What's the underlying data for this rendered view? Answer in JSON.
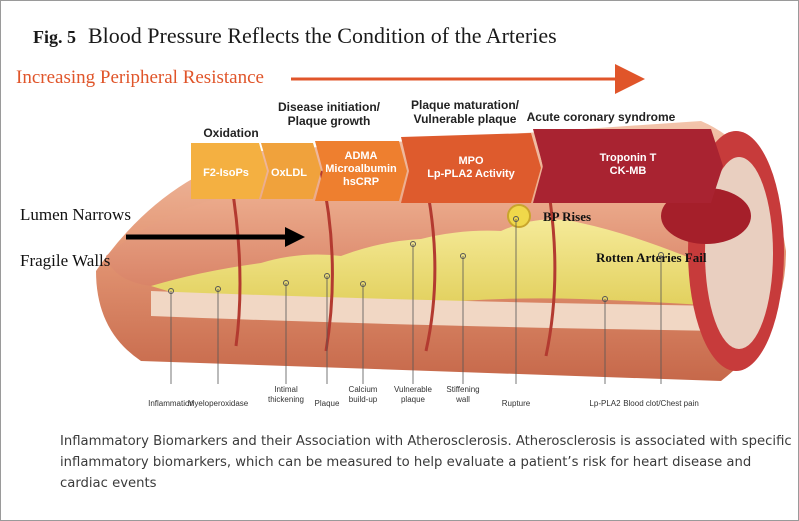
{
  "figure": {
    "number": "Fig. 5",
    "title": "Blood Pressure Reflects the Condition of the Arteries",
    "resistance_label": "Increasing Peripheral Resistance"
  },
  "stage_headers": [
    "Oxidation",
    "Disease initiation/\nPlaque growth",
    "Plaque maturation/\nVulnerable plaque",
    "Acute coronary syndrome"
  ],
  "markers": [
    {
      "text": "F2-IsoPs"
    },
    {
      "text": "OxLDL"
    },
    {
      "text": "ADMA\nMicroalbumin\nhsCRP"
    },
    {
      "text": "MPO\nLp-PLA2 Activity"
    },
    {
      "text": "Troponin T\nCK-MB"
    }
  ],
  "side_labels": {
    "lumen": "Lumen Narrows",
    "walls": "Fragile Walls"
  },
  "callouts": {
    "bp_rises": "BP Rises",
    "rotten": "Rotten Arteries Fail"
  },
  "bottom_labels": [
    "Inflammation",
    "Myeloperoxidase",
    "Intimal\nthickening",
    "Plaque",
    "Calcium\nbuild-up",
    "Vulnerable\nplaque",
    "Stiffening\nwall",
    "Rupture",
    "Lp-PLA2",
    "Blood clot/Chest pain"
  ],
  "caption": "Inflammatory Biomarkers and their Association with Atherosclerosis. Atherosclerosis is associated with specific inflammatory biomarkers, which can be measured to help evaluate a patient’s risk for heart disease and cardiac events",
  "colors": {
    "title_orange": "#e0552a",
    "artery_outer": "#e9a07f",
    "plaque_yellow": "#eee57a",
    "marker_yellow": "#f4b041",
    "marker_orange": "#ee7f2f",
    "marker_red": "#a92331",
    "rupture_red": "#b0202a"
  }
}
